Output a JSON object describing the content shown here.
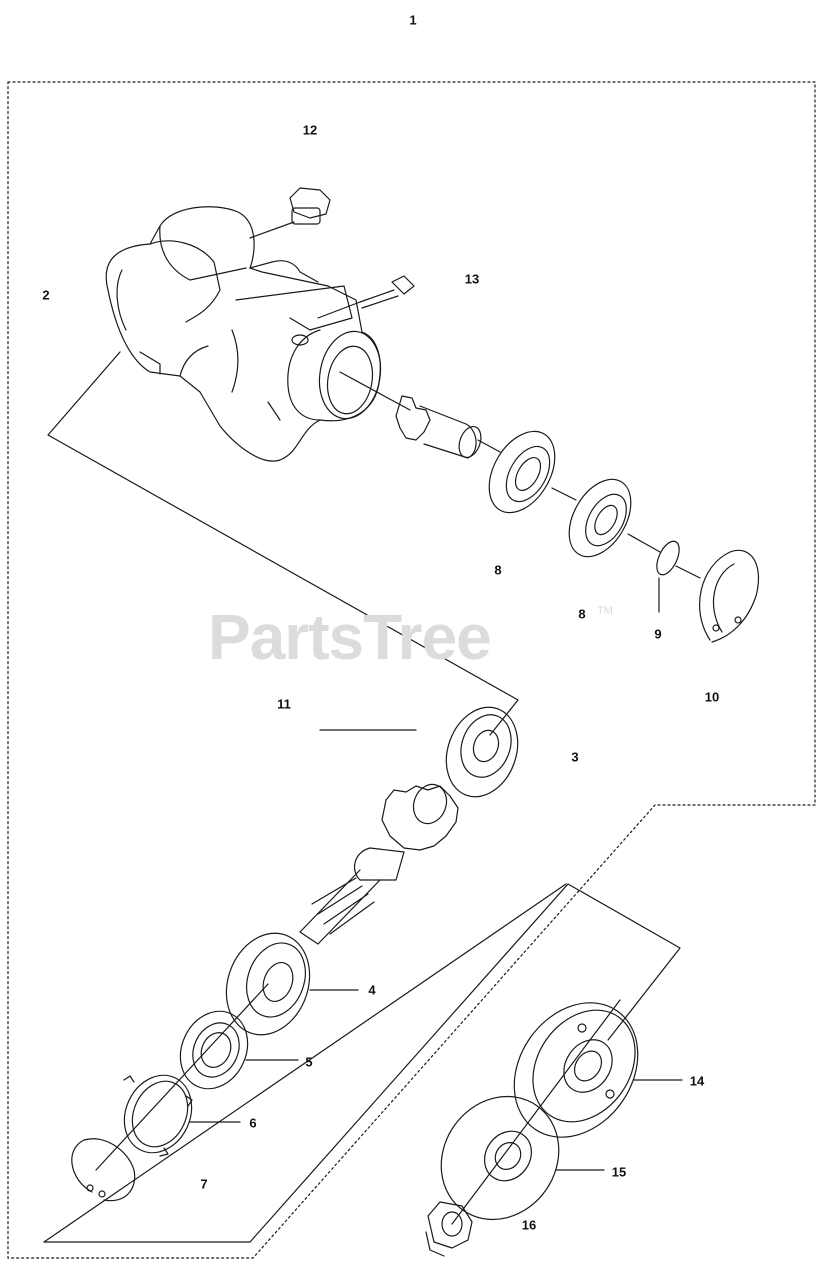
{
  "watermark": {
    "text": "PartsTree",
    "trademark": "TM",
    "color": "#dcdcdc"
  },
  "callouts": {
    "c1": "1",
    "c2": "2",
    "c3": "3",
    "c4": "4",
    "c5": "5",
    "c6": "6",
    "c7": "7",
    "c8a": "8",
    "c8b": "8",
    "c9": "9",
    "c10": "10",
    "c11": "11",
    "c12": "12",
    "c13": "13",
    "c14": "14",
    "c15": "15",
    "c16": "16"
  },
  "colors": {
    "line": "#1a1a1a",
    "background": "#ffffff"
  }
}
